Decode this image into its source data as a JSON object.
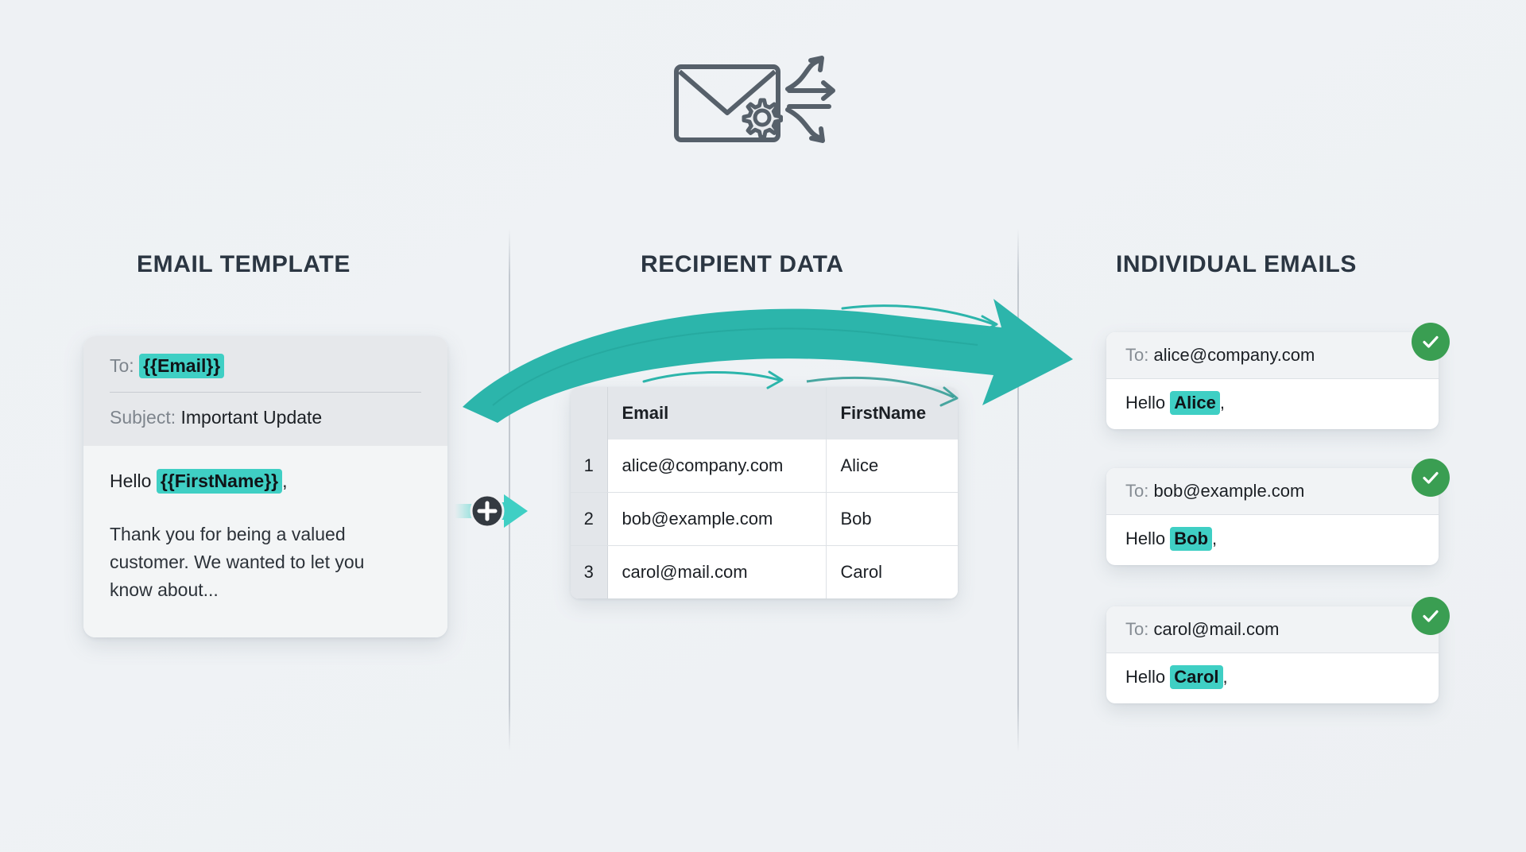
{
  "hero": {
    "icon": "envelope-gear-distribute-icon"
  },
  "columns": {
    "template_title": "EMAIL TEMPLATE",
    "recipients_title": "RECIPIENT DATA",
    "outputs_title": "INDIVIDUAL EMAILS"
  },
  "template_card": {
    "to_label": "To:",
    "to_token": "{{Email}}",
    "subject_label": "Subject:",
    "subject_value": "Important Update",
    "greeting_label": "Hello",
    "greeting_token": "{{FirstName}}",
    "greeting_comma": ",",
    "body_text": "Thank you for being a valued customer. We wanted to let you know about..."
  },
  "connector": {
    "plus_label": "+",
    "icon": "plus-merge-icon"
  },
  "recipients": {
    "headers": [
      "",
      "Email",
      "FirstName"
    ],
    "rows": [
      {
        "index": "1",
        "email": "alice@company.com",
        "first_name": "Alice"
      },
      {
        "index": "2",
        "email": "bob@example.com",
        "first_name": "Bob"
      },
      {
        "index": "3",
        "email": "carol@mail.com",
        "first_name": "Carol"
      }
    ]
  },
  "outputs": {
    "to_label": "To:",
    "greeting_label": "Hello",
    "comma": ",",
    "status_icon": "check-circle-icon",
    "cards": [
      {
        "to": "alice@company.com",
        "name": "Alice"
      },
      {
        "to": "bob@example.com",
        "name": "Bob"
      },
      {
        "to": "carol@mail.com",
        "name": "Carol"
      }
    ]
  },
  "colors": {
    "accent_teal": "#3fcfc4",
    "arrow_teal": "#2cb5ab",
    "heading_navy": "#2b3642",
    "success_green": "#3a9e52",
    "background": "#eef1f4"
  }
}
